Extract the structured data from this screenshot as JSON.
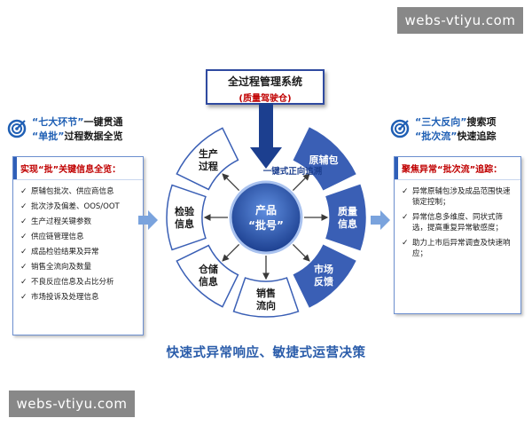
{
  "watermark": "webs-vtiyu.com",
  "top_system": {
    "title": "全过程管理系统",
    "subtitle": "(质量驾驶仓)"
  },
  "left_header": {
    "line1_quote": "“七大环节”",
    "line1_rest": "一键贯通",
    "line2_quote": "“单批”",
    "line2_rest": "过程数据全览"
  },
  "right_header": {
    "line1_quote": "“三大反向”",
    "line1_rest": "搜索项",
    "line2_quote": "“批次流”",
    "line2_rest": "快速追踪"
  },
  "left_panel": {
    "title": "实现“批”关键信息全览：",
    "items": [
      "原辅包批次、供应商信息",
      "批次涉及偏差、OOS/OOT",
      "生产过程关键参数",
      "供应链管理信息",
      "成品检验结果及异常",
      "销售全流向及数量",
      "不良反应信息及占比分析",
      "市场投诉及处理信息"
    ]
  },
  "right_panel": {
    "title": "聚焦异常“批次流”追踪：",
    "items": [
      "异常原辅包涉及成品范围快速锁定控制；",
      "异常信息多维度、同状式筛选，提高重复异常敏感度；",
      "助力上市后异常调查及快速响应；"
    ]
  },
  "center": {
    "line1": "产品",
    "line2": "“批号”",
    "arrow_label": "一键式正向追溯"
  },
  "segments": [
    {
      "line1": "生产",
      "line2": "过程",
      "color": "#ffffff",
      "text_color": "#1a1a1a"
    },
    {
      "line1": "原辅包",
      "line2": "",
      "color": "#3a5fb5",
      "text_color": "#ffffff"
    },
    {
      "line1": "质量",
      "line2": "信息",
      "color": "#3a5fb5",
      "text_color": "#ffffff"
    },
    {
      "line1": "市场",
      "line2": "反馈",
      "color": "#3a5fb5",
      "text_color": "#ffffff"
    },
    {
      "line1": "销售",
      "line2": "流向",
      "color": "#ffffff",
      "text_color": "#1a1a1a"
    },
    {
      "line1": "仓储",
      "line2": "信息",
      "color": "#ffffff",
      "text_color": "#1a1a1a"
    },
    {
      "line1": "检验",
      "line2": "信息",
      "color": "#ffffff",
      "text_color": "#1a1a1a"
    }
  ],
  "bottom_slogan": "快速式异常响应、敏捷式运营决策",
  "colors": {
    "accent_blue": "#2a5caa",
    "highlight_red": "#c00000",
    "segment_blue": "#3a5fb5",
    "arrow_blue": "#7aa3dd"
  }
}
